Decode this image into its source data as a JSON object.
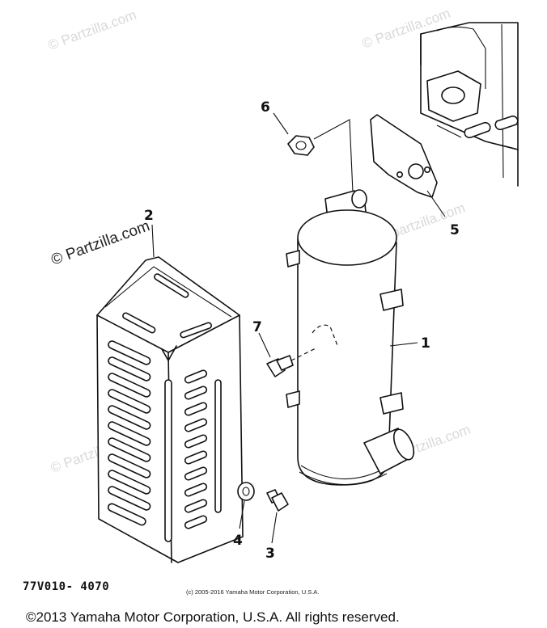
{
  "watermarks": {
    "top_left": "© Partzilla.com",
    "top_right": "© Partzilla.com",
    "middle_left": "© Partzilla.com",
    "middle_right": "© partzilla.com",
    "bottom_left": "© Partzilla.com",
    "bottom_right": "© Partzilla.com",
    "dark_center": "© Partzilla.com"
  },
  "callouts": {
    "part_1": "1",
    "part_2": "2",
    "part_3": "3",
    "part_4": "4",
    "part_5": "5",
    "part_6": "6",
    "part_7": "7"
  },
  "diagram_code": "77V010- 4070",
  "small_copyright": "(c) 2005-2016 Yamaha Motor Corporation, U.S.A.",
  "footer_copyright": "©2013 Yamaha Motor Corporation, U.S.A. All rights reserved."
}
